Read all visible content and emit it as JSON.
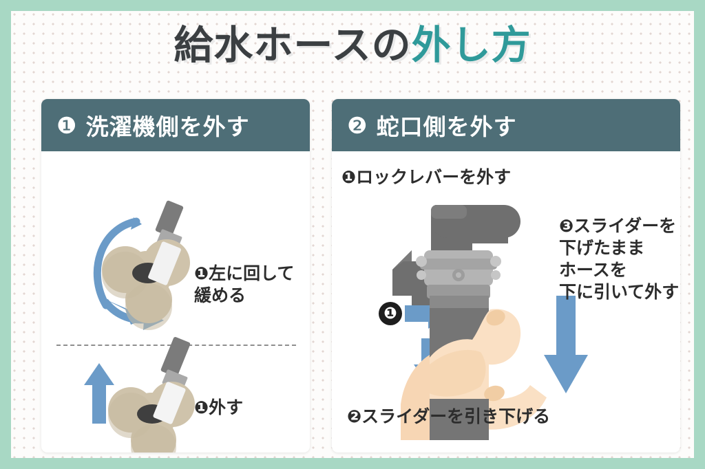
{
  "poster": {
    "title_parts": [
      {
        "text": "給水ホースの",
        "color": "#3b3f42"
      },
      {
        "text": "外し方",
        "color": "#2f9a9a"
      }
    ],
    "title_full": "給水ホースの外し方",
    "frame_color": "#a8d8c4",
    "background_color": "#fdfcfb",
    "dot_color": "#e2d6d2"
  },
  "colors": {
    "header_bg": "#4e6e77",
    "arrow_blue": "#6b9bc8",
    "metal_gray": "#7b7b7b",
    "metal_light": "#b9b9b9",
    "nut_beige": "#cfc3ab",
    "skin": "#fae0c4",
    "text_dark": "#2d2d2d",
    "badge_black": "#1d1d1d",
    "divider_gray": "#8d8d8d"
  },
  "panels": [
    {
      "id": "panel-1",
      "badge": "❶",
      "title": "洗濯機側を外す",
      "steps": [
        {
          "badge": "❶",
          "text": "❶左に回して\n緩める"
        },
        {
          "badge": "❶",
          "text": "❶外す"
        }
      ],
      "illustrations": [
        {
          "name": "washer-coupling-rotate",
          "arrow": "curved-clockwise"
        },
        {
          "name": "washer-coupling-detach",
          "arrow": "up"
        }
      ]
    },
    {
      "id": "panel-2",
      "badge": "❷",
      "title": "蛇口側を外す",
      "steps": [
        {
          "badge": "❶",
          "text": "❶ロックレバーを外す"
        },
        {
          "badge": "❷",
          "text": "❷スライダーを引き下げる"
        },
        {
          "badge": "❸",
          "text": "❸スライダーを\n下げたまま\nホースを\n下に引いて外す"
        }
      ],
      "markers": [
        {
          "badge": "❶",
          "arrow": "right"
        },
        {
          "badge": "❷",
          "arrow": "down"
        }
      ],
      "illustrations": [
        {
          "name": "faucet-with-hand",
          "arrow": "down-large"
        }
      ]
    }
  ]
}
